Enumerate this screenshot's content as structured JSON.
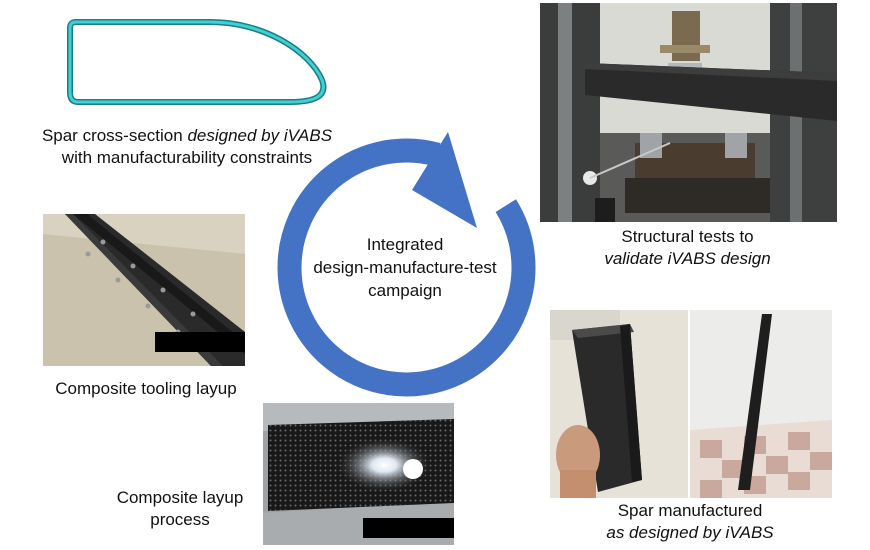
{
  "center": {
    "line1": "Integrated",
    "line2": "design-manufacture-test",
    "line3": "campaign"
  },
  "cross_section": {
    "caption_plain": "Spar cross-section ",
    "caption_italic": "designed by iVABS",
    "caption_line2": "with manufacturability constraints"
  },
  "tests": {
    "caption_line1": "Structural tests to",
    "caption_line2": "validate iVABS design"
  },
  "tooling": {
    "caption": "Composite tooling layup"
  },
  "layup": {
    "caption_line1": "Composite layup",
    "caption_line2": "process"
  },
  "spar": {
    "caption_line1": "Spar manufactured",
    "caption_line2": "as designed by iVABS"
  },
  "colors": {
    "arrow": "#4472c4",
    "cross_section_outline": "#2bb3b3"
  }
}
